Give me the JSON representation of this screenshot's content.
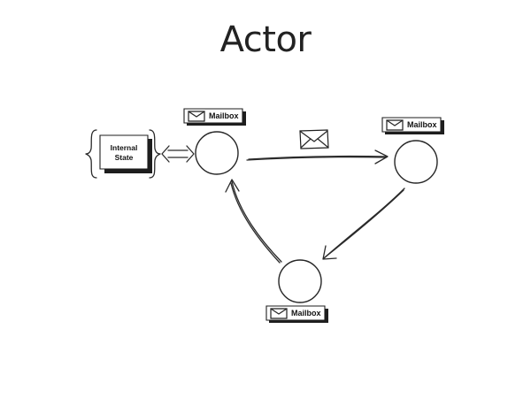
{
  "title": "Actor",
  "state": {
    "line1": "Internal",
    "line2": "State"
  },
  "actors": [
    {
      "mailbox_label": "Mailbox"
    },
    {
      "mailbox_label": "Mailbox"
    },
    {
      "mailbox_label": "Mailbox"
    }
  ],
  "colors": {
    "ink": "#222222",
    "background": "#ffffff"
  },
  "icons": [
    "envelope-icon",
    "double-arrow-icon",
    "curly-brace-icon"
  ]
}
